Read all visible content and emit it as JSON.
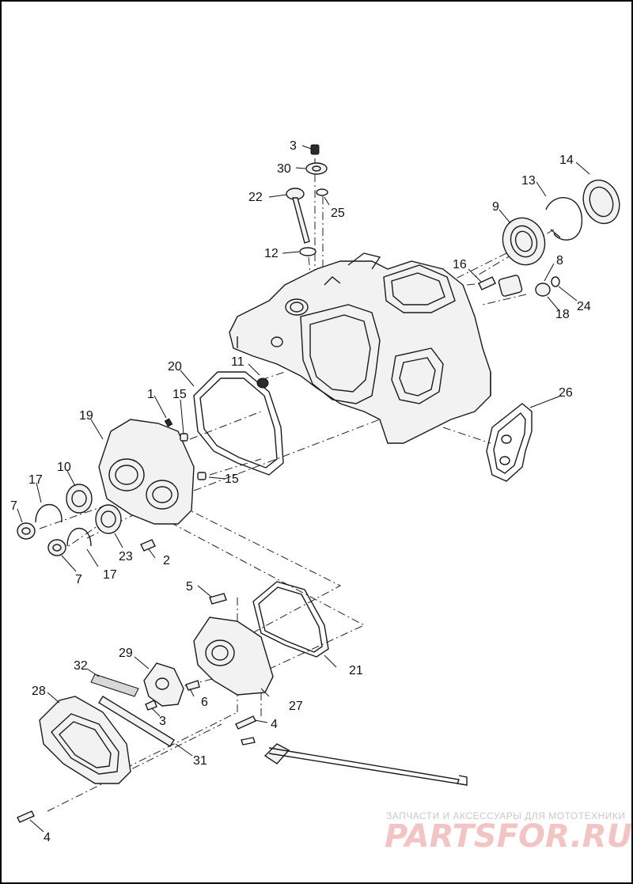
{
  "callouts": {
    "c1": "1",
    "c2": "2",
    "c3a": "3",
    "c3b": "3",
    "c4a": "4",
    "c4b": "4",
    "c5": "5",
    "c6": "6",
    "c7a": "7",
    "c7b": "7",
    "c8": "8",
    "c9": "9",
    "c10": "10",
    "c11": "11",
    "c12": "12",
    "c13": "13",
    "c14": "14",
    "c15a": "15",
    "c15b": "15",
    "c16": "16",
    "c17a": "17",
    "c17b": "17",
    "c18": "18",
    "c19": "19",
    "c20": "20",
    "c21": "21",
    "c22": "22",
    "c23": "23",
    "c24": "24",
    "c25": "25",
    "c26": "26",
    "c27": "27",
    "c28": "28",
    "c29": "29",
    "c30": "30",
    "c31": "31",
    "c32": "32"
  },
  "watermark": {
    "tagline": "ЗАПЧАСТИ И АКСЕССУАРЫ ДЛЯ МОТОТЕХНИКИ",
    "brand": "PARTSFOR.RU"
  },
  "colors": {
    "line": "#1a1a1a",
    "watermark": "#f3c4c4",
    "frame": "#000000"
  }
}
